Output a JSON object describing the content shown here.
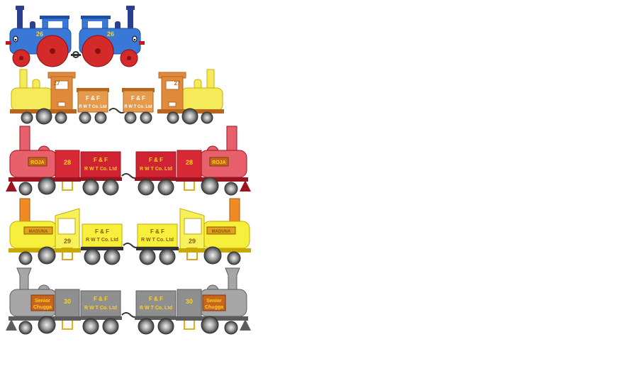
{
  "trains": [
    {
      "engine_number": "26",
      "colors": {
        "body": "#3a78d8",
        "dark": "#1f4fa0",
        "wheel": "#d42a2a",
        "stack": "#2a3f8f",
        "rim": "#c01818"
      }
    },
    {
      "engine_number": "27",
      "car_line1": "F & F",
      "car_line2": "R W T Co. Ltd",
      "colors": {
        "boiler": "#f4ea5a",
        "cab": "#e08a3c",
        "car": "#e59a4c",
        "dark": "#b8661e",
        "wheel": "#8a8a8a"
      }
    },
    {
      "engine_number": "28",
      "nameplate": "ROJA",
      "car_line1": "F & F",
      "car_line2": "R W T Co. Ltd",
      "colors": {
        "boiler": "#e8606c",
        "cab": "#d82a36",
        "car": "#cf2232",
        "dark": "#9a1520",
        "text": "#ffd21e",
        "wheel": "#8a8a8a"
      }
    },
    {
      "engine_number": "29",
      "nameplate": "MADUNA",
      "car_line1": "F & F",
      "car_line2": "R W T Co. Ltd",
      "colors": {
        "boiler": "#f6ef3c",
        "cab": "#f8f25a",
        "car": "#f6ef3c",
        "dark": "#c9a800",
        "stack": "#f08a22",
        "text": "#8a5a00",
        "wheel": "#8a8a8a"
      }
    },
    {
      "engine_number": "30",
      "nameplate_line1": "Senior",
      "nameplate_line2": "Chugga",
      "car_line1": "F & F",
      "car_line2": "R W T Co. Ltd",
      "colors": {
        "boiler": "#a6a6a6",
        "cab": "#8f8f8f",
        "car": "#8f8f8f",
        "dark": "#5c5c5c",
        "text": "#ffd21e",
        "plate": "#c8641e",
        "wheel": "#8a8a8a"
      }
    }
  ]
}
